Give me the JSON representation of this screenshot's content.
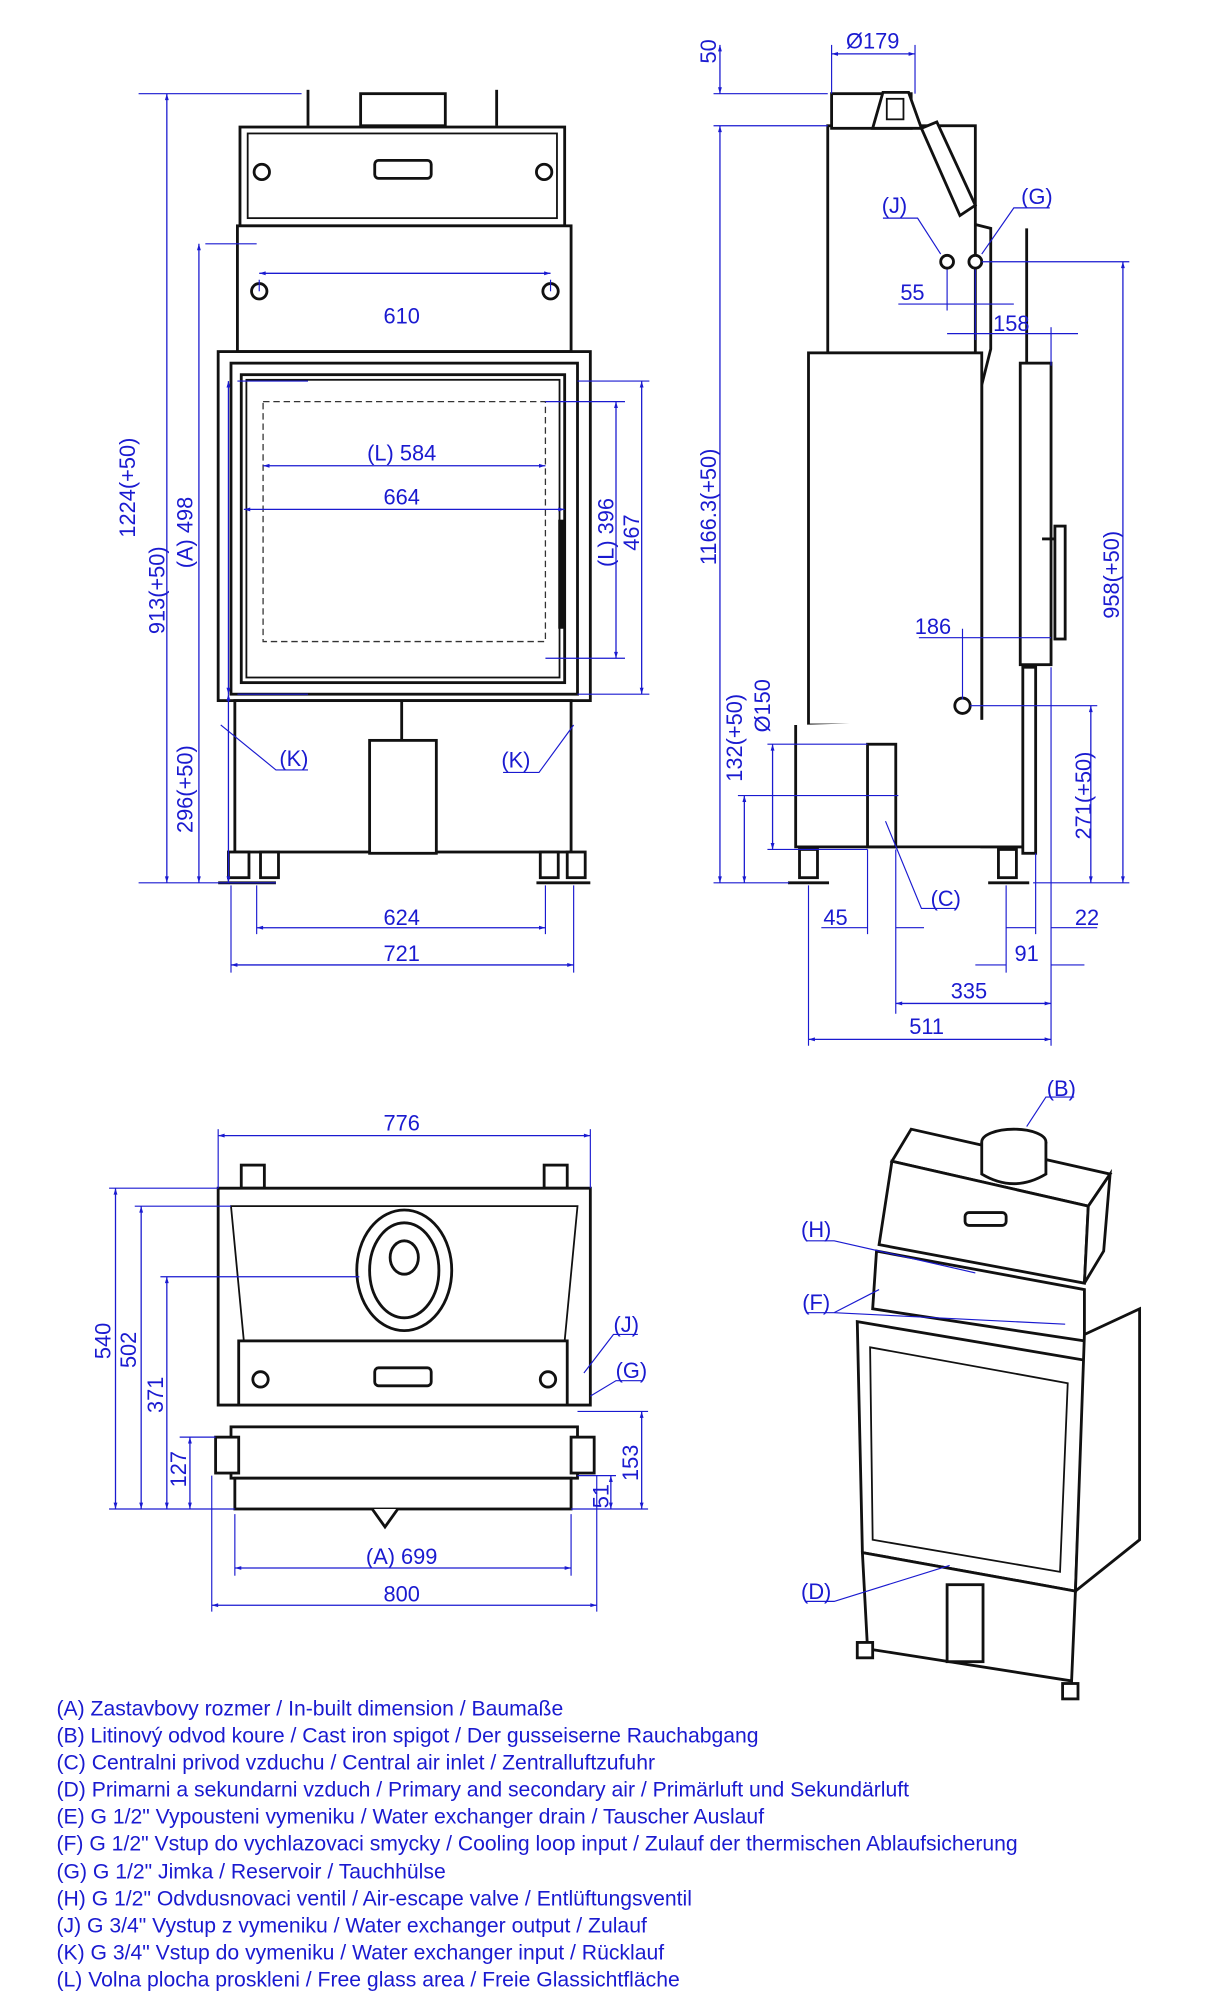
{
  "front_view": {
    "dims": {
      "overall_height": "1224(+50)",
      "height_913": "913(+50)",
      "builtin_height": "(A) 498",
      "base_height": "296(+50)",
      "connector_spacing": "610",
      "glass_width": "(L) 584",
      "door_width": "664",
      "glass_height": "(L) 396",
      "door_height": "467",
      "feet_spacing": "624",
      "overall_width": "721"
    },
    "labels": {
      "k_left": "(K)",
      "k_right": "(K)"
    }
  },
  "side_view": {
    "dims": {
      "collar": "50",
      "flue_diameter": "Ø179",
      "height_1166": "1166.3(+50)",
      "j_label": "(J)",
      "g_label": "(G)",
      "j_g_spacing": "55",
      "g_offset": "158",
      "offset_186": "186",
      "height_958": "958(+50)",
      "height_271": "271(+50)",
      "height_132": "132(+50)",
      "air_diameter": "Ø150",
      "dim_45": "45",
      "c_label": "(C)",
      "dim_22": "22",
      "dim_91": "91",
      "dim_335": "335",
      "overall_depth": "511"
    }
  },
  "top_view": {
    "dims": {
      "overall_width": "776",
      "depth_540": "540",
      "depth_502": "502",
      "depth_371": "371",
      "depth_127": "127",
      "j_label": "(J)",
      "g_label": "(G)",
      "dim_153": "153",
      "dim_51": "51",
      "builtin_width": "(A) 699",
      "width_800": "800"
    }
  },
  "iso_view": {
    "labels": {
      "b": "(B)",
      "h": "(H)",
      "f": "(F)",
      "d": "(D)"
    }
  },
  "legend": [
    "(A)  Zastavbovy rozmer / In-built dimension / Baumaße",
    "(B)  Litinový odvod koure / Cast iron spigot / Der gusseiserne Rauchabgang",
    "(C)  Centralni privod vzduchu / Central air inlet / Zentralluftzufuhr",
    "(D)  Primarni a sekundarni vzduch / Primary and secondary air / Primärluft und Sekundärluft",
    "(E)  G 1/2\" Vypousteni vymeniku / Water exchanger drain / Tauscher Auslauf",
    "(F)  G 1/2\" Vstup do vychlazovaci smycky / Cooling loop input / Zulauf der thermischen Ablaufsicherung",
    "(G)  G 1/2\" Jimka / Reservoir / Tauchhülse",
    "(H)  G 1/2\" Odvdusnovaci ventil / Air-escape valve / Entlüftungsventil",
    "(J)  G 3/4\" Vystup z vymeniku / Water exchanger output / Zulauf",
    "(K)  G 3/4\" Vstup do vymeniku / Water exchanger input / Rücklauf",
    "(L)  Volna plocha proskleni / Free glass area / Freie Glassichtfläche"
  ],
  "colors": {
    "dimension": "#1a1ad0",
    "outline": "#111111"
  }
}
